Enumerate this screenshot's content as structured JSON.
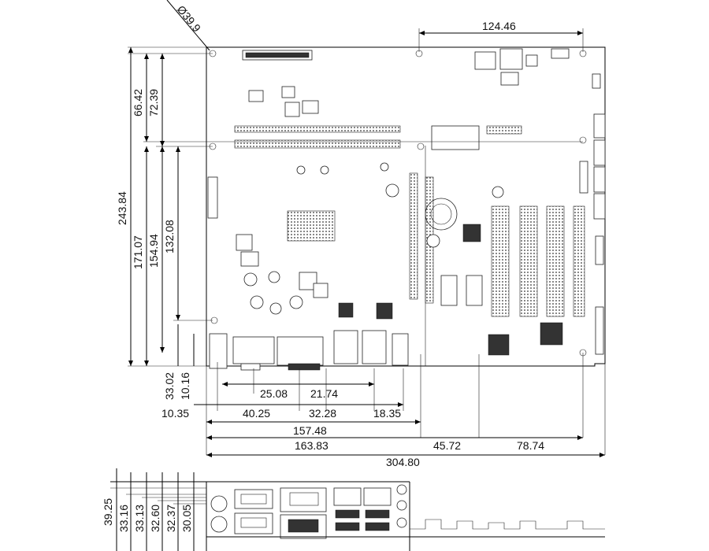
{
  "drawing": {
    "hole_callout": "Ø39.9",
    "dims_top": {
      "top_width": "124.46"
    },
    "dims_left": [
      "66.42",
      "72.39",
      "243.84",
      "171.07",
      "154.94",
      "132.08"
    ],
    "dims_bottom": {
      "row1": [
        "33.02",
        "10.16",
        "25.08",
        "21.74"
      ],
      "row2": [
        "10.35",
        "40.25",
        "32.28",
        "18.35"
      ],
      "row3": [
        "157.48"
      ],
      "row4": [
        "163.83",
        "45.72",
        "78.74"
      ],
      "row5": [
        "304.80"
      ]
    },
    "io_heights": [
      "39.25",
      "33.16",
      "33.13",
      "32.60",
      "32.37",
      "30.05"
    ]
  }
}
